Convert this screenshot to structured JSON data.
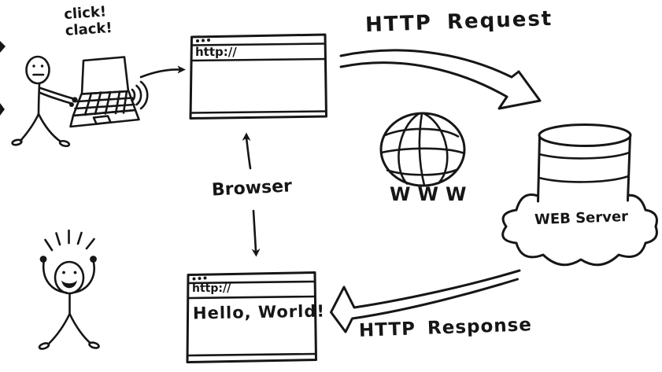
{
  "title": "Hand-drawn HTTP request/response diagram",
  "colors": {
    "ink": "#161616",
    "background": "#ffffff"
  },
  "labels": {
    "click": "click!",
    "clack": "clack!",
    "http_request": "HTTP Request",
    "browser": "Browser",
    "www": "WWW",
    "web_server": "WEB Server",
    "http_response": "HTTP Response"
  },
  "top_browser": {
    "url": "http://"
  },
  "bottom_browser": {
    "url": "http://",
    "body_text": "Hello, World!"
  },
  "icons": {
    "user_typing": "stick-figure-typing-icon",
    "laptop": "laptop-icon",
    "wifi": "wifi-signal-icon",
    "window_dots": "window-controls-dots-icon",
    "globe": "globe-icon",
    "database": "database-cylinder-icon",
    "cloud": "cloud-icon",
    "user_celebrating": "stick-figure-celebrating-icon",
    "arrows": [
      "laptop-to-browser-arrow",
      "http-request-arrow",
      "browser-up-arrow",
      "browser-down-arrow",
      "http-response-arrow"
    ]
  }
}
